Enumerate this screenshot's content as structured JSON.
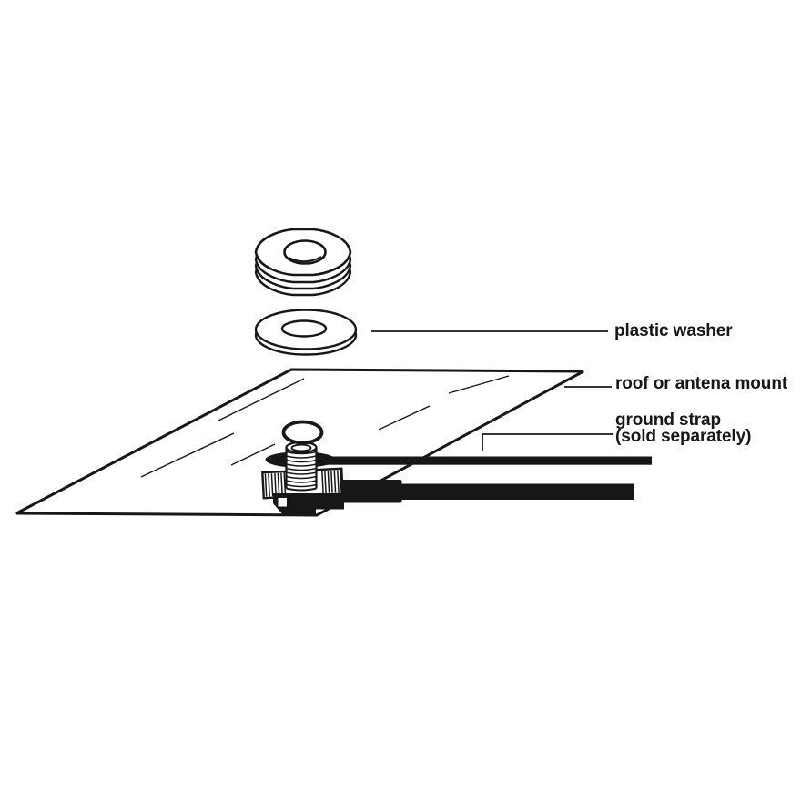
{
  "page": {
    "colors": {
      "background": "#ffffff",
      "ink": "#171717"
    }
  },
  "diagram": {
    "labels": {
      "plastic_washer": "plastic washer",
      "roof_mount": "roof or antena mount",
      "ground_strap": "ground strap",
      "ground_strap_note": "(sold separately)"
    },
    "parts": [
      "stacked-gasket",
      "plastic-washer",
      "roof-panel",
      "o-ring",
      "mount-cap",
      "threaded-stud",
      "hex-nut",
      "mount-base-gasket",
      "mount-bracket",
      "ground-strap-cable",
      "coax-cable"
    ]
  }
}
